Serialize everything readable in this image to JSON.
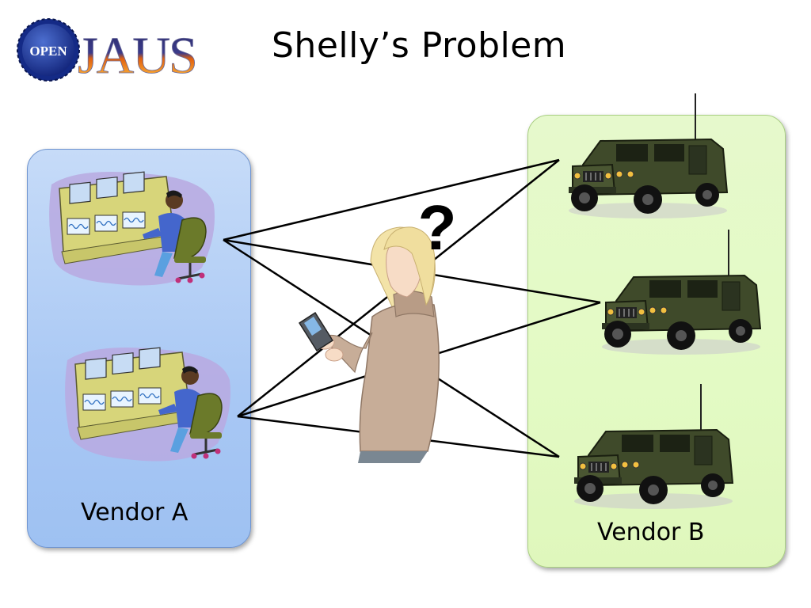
{
  "logo": {
    "badge_text": "OPEN",
    "wordmark": "JAUS"
  },
  "title": "Shelly’s Problem",
  "question_mark": "?",
  "vendor_a": {
    "label": "Vendor A",
    "stations": 2
  },
  "vendor_b": {
    "label": "Vendor B",
    "vehicles": 3
  },
  "colors": {
    "panel_a_fill": "#a9c8f4",
    "panel_a_border": "#6f94cf",
    "panel_b_fill": "#e3fac4",
    "panel_b_border": "#a9cf82",
    "vehicle_body": "#3f4a2a",
    "line": "#000000"
  }
}
